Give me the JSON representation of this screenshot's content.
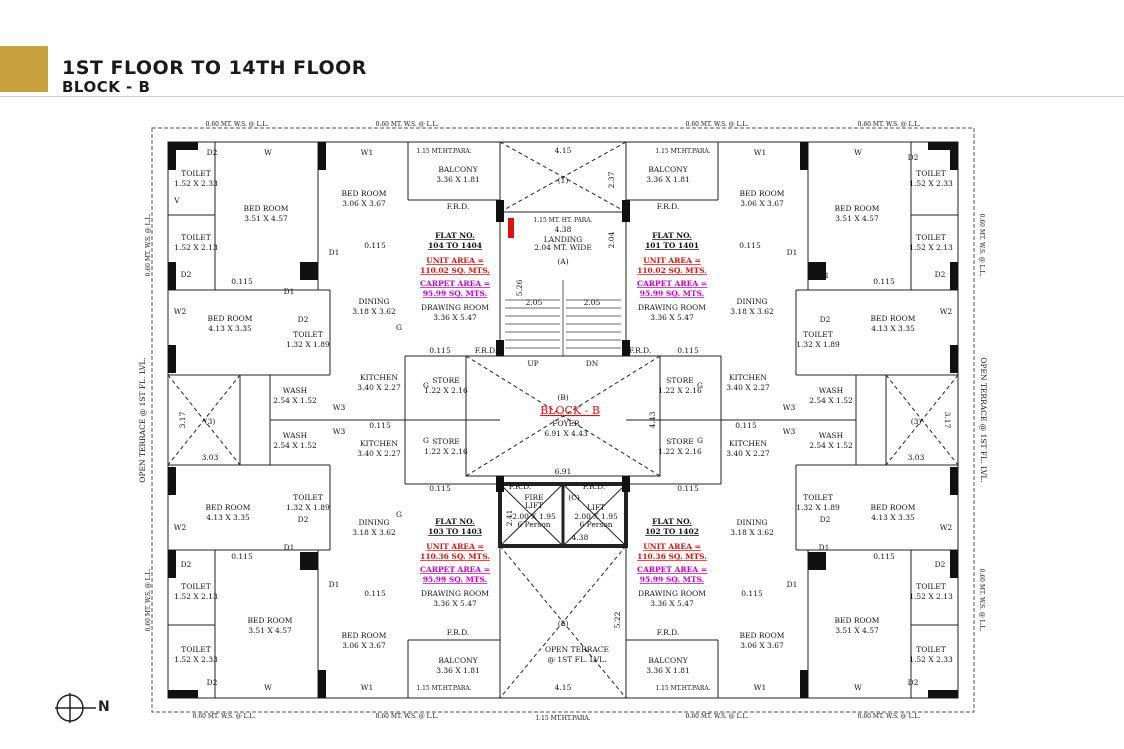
{
  "header": {
    "title": "1ST FLOOR TO 14TH FLOOR",
    "subtitle": "BLOCK - B"
  },
  "colors": {
    "accent": "#c8a13e",
    "unit_area": "#dd1111",
    "carpet_area": "#cc00cc",
    "wall": "#111111"
  },
  "compass": {
    "icon": "north-arrow-icon",
    "label": "N"
  },
  "plan": {
    "ws_label": "0.60 MT. W.S. @ L.L.",
    "open_terrace_side": "OPEN TERRACE @ 1ST FL. LVL.",
    "ht_para": "1.15 MT.HT.PARA.",
    "ht_para_full": "1.15 MT. HT. PARA.",
    "frd": "F.R.D.",
    "wall_thickness": "0.115",
    "labels": {
      "toilet": "TOILET",
      "bedroom": "BED ROOM",
      "balcony": "BALCONY",
      "dining": "DINING",
      "drawing": "DRAWING ROOM",
      "kitchen": "KITCHEN",
      "store": "STORE",
      "wash": "WASH",
      "flat_no": "FLAT NO."
    },
    "dims": {
      "toilet_a": "1.52 X 2.33",
      "toilet_b": "1.52 X 2.13",
      "toilet_c": "1.32 X 1.89",
      "bed_a": "3.51 X 4.57",
      "bed_b": "3.06 X 3.67",
      "bed_c": "4.13 X 3.35",
      "balcony": "3.36 X 1.81",
      "dining": "3.18 X 3.62",
      "drawing": "3.36 X 5.47",
      "kitchen": "3.40 X 2.27",
      "store": "1.22 X 2.16",
      "wash": "2.54 X 1.52"
    },
    "doors": {
      "d1": "D1",
      "d2": "D2",
      "w": "W",
      "w1": "W1",
      "w2": "W2",
      "w3": "W3",
      "v": "V",
      "g": "G"
    },
    "flats": [
      {
        "no": "104 TO 1404",
        "unit": "UNIT AREA =",
        "unit_val": "110.02 SQ. MTS.",
        "carpet": "CARPET AREA =",
        "carpet_val": "95.99 SQ. MTS."
      },
      {
        "no": "101 TO 1401",
        "unit": "UNIT AREA =",
        "unit_val": "110.02 SQ. MTS.",
        "carpet": "CARPET AREA =",
        "carpet_val": "95.99 SQ. MTS."
      },
      {
        "no": "103 TO 1403",
        "unit": "UNIT AREA =",
        "unit_val": "110.36 SQ. MTS.",
        "carpet": "CARPET AREA =",
        "carpet_val": "95.99 SQ. MTS."
      },
      {
        "no": "102 TO 1402",
        "unit": "UNIT AREA =",
        "unit_val": "110.36 SQ. MTS.",
        "carpet": "CARPET AREA =",
        "carpet_val": "95.99 SQ. MTS."
      }
    ],
    "core": {
      "void1": "(1)",
      "void2": "(2)",
      "void3": "(3)",
      "dim_415": "4.15",
      "dim_237": "2.37",
      "dim_438": "4.38",
      "dim_204": "2.04",
      "dim_526": "5.26",
      "dim_205": "2.05",
      "dim_443": "4.43",
      "dim_691": "6.91",
      "dim_241": "2.41",
      "dim_522": "5.22",
      "dim_317": "3.17",
      "dim_303": "3.03",
      "landing": "LANDING",
      "landing_dim": "2.04 MT. WIDE",
      "stair_a": "(A)",
      "up": "UP",
      "dn": "DN",
      "foyer_b": "(B)",
      "block": "BLOCK - B",
      "foyer": "FOYER",
      "foyer_dim": "6.91 X 4.43",
      "fire_lift": "FIRE",
      "lift": "LIFT",
      "lift_dim": "2.00 X 1.95",
      "persons": "6 Person",
      "lift_c": "(C)",
      "open_terrace": "OPEN TERRACE",
      "open_terrace_lvl": "@ 1ST FL. LVL."
    }
  }
}
